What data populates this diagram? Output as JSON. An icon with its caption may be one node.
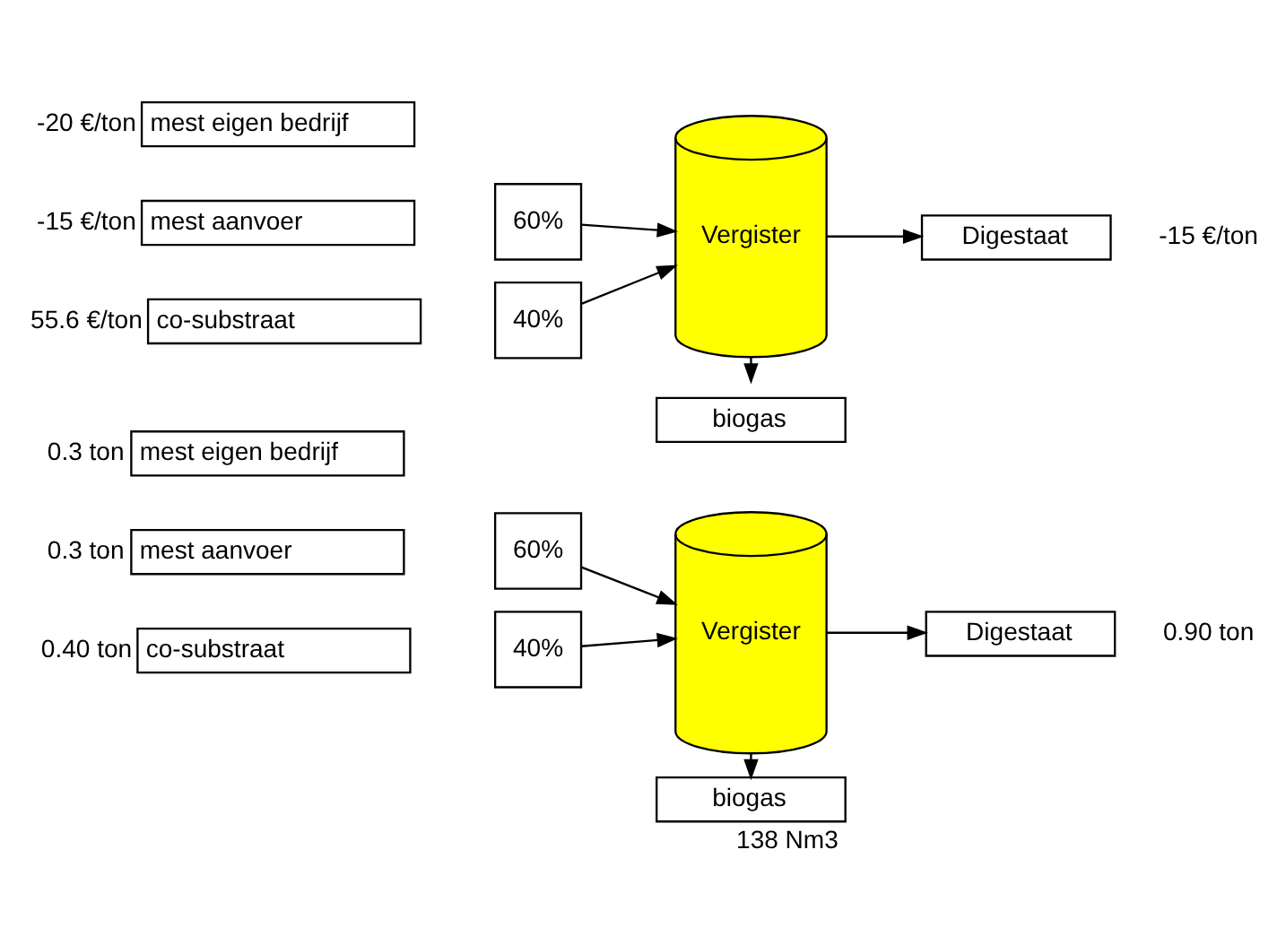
{
  "diagram": {
    "nodes": [
      {
        "text": [
          "mest eigen bedrijf"
        ],
        "beside": [
          "0.3 ton"
        ]
      },
      {
        "text": [
          "mest aanvoer"
        ],
        "beside": [
          "0.3 ton"
        ]
      },
      {
        "text": [
          "co-substraat"
        ],
        "beside": [
          "0.40 ton"
        ]
      },
      {
        "text": [
          "60%"
        ]
      },
      {
        "text": [
          "40%"
        ]
      },
      {
        "text": [
          "Vergister"
        ]
      },
      {
        "text": [
          "Digestaat"
        ],
        "beside": [
          "0.90 ton"
        ]
      },
      {
        "text": [
          "biogas"
        ],
        "beside": [
          "138 Nm3"
        ]
      },
      {
        "text": [
          "mest eigen bedrijf"
        ],
        "beside": [
          "-20 €/ton"
        ]
      },
      {
        "text": [
          "mest aanvoer"
        ],
        "beside": [
          "-15 €/ton"
        ]
      },
      {
        "text": [
          "co-substraat"
        ],
        "beside": [
          "55.6 €/ton"
        ]
      },
      {
        "text": [
          "60%"
        ]
      },
      {
        "text": [
          "40%"
        ]
      },
      {
        "text": [
          "Vergister"
        ]
      },
      {
        "text": [
          "Digestaat"
        ],
        "beside": [
          "-15 €/ton"
        ]
      },
      {
        "text": [
          "biogas"
        ]
      }
    ],
    "edges": [
      {
        "from": 3,
        "to": 5,
        "arrow": "to"
      },
      {
        "from": 4,
        "to": 5,
        "arrow": "to"
      },
      {
        "from": 5,
        "to": 6,
        "arrow": "to"
      },
      {
        "from": 5,
        "to": 7,
        "arrow": "to"
      },
      {
        "from": 11,
        "to": 13,
        "arrow": "to"
      },
      {
        "from": 12,
        "to": 13,
        "arrow": "to"
      },
      {
        "from": 13,
        "to": 14,
        "arrow": "to"
      },
      {
        "from": 13,
        "to": 15,
        "arrow": "to"
      }
    ]
  }
}
